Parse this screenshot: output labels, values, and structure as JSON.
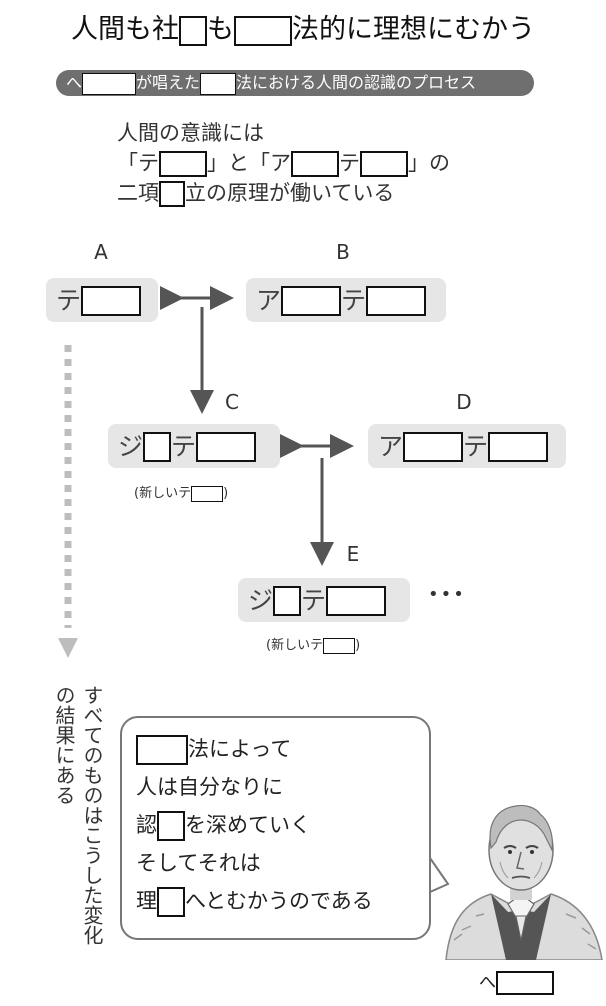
{
  "title": {
    "text1": "人間も社",
    "text2": "も",
    "text3": "法的に理想にむかう"
  },
  "banner": {
    "text1": "へ",
    "text2": "が唱えた",
    "text3": "法における人間の認識のプロセス"
  },
  "intro": {
    "line1": "人間の意識には",
    "line2a": "「テ",
    "line2b": "」と「ア",
    "line2c": "テ",
    "line2d": "」の",
    "line3a": "二項",
    "line3b": "立の原理が働いている"
  },
  "nodes": {
    "A": {
      "letter": "A",
      "t1": "テ"
    },
    "B": {
      "letter": "B",
      "t1": "ア",
      "t2": "テ"
    },
    "C": {
      "letter": "C",
      "t1": "ジ",
      "t2": "テ",
      "caption_a": "(新しいテ",
      "caption_b": ")"
    },
    "D": {
      "letter": "D",
      "t1": "ア",
      "t2": "テ"
    },
    "E": {
      "letter": "E",
      "t1": "ジ",
      "t2": "テ",
      "caption_a": "(新しいテ",
      "caption_b": ")"
    }
  },
  "ellipsis": "•••",
  "vertical_text": "すべてのものはこうした変化の結果にある",
  "bubble": {
    "line1": "法によって",
    "line2": "人は自分なりに",
    "line3a": "認",
    "line3b": "を深めていく",
    "line4": "そしてそれは",
    "line5a": "理",
    "line5b": "へとむかうのである"
  },
  "person_label": "へ"
}
